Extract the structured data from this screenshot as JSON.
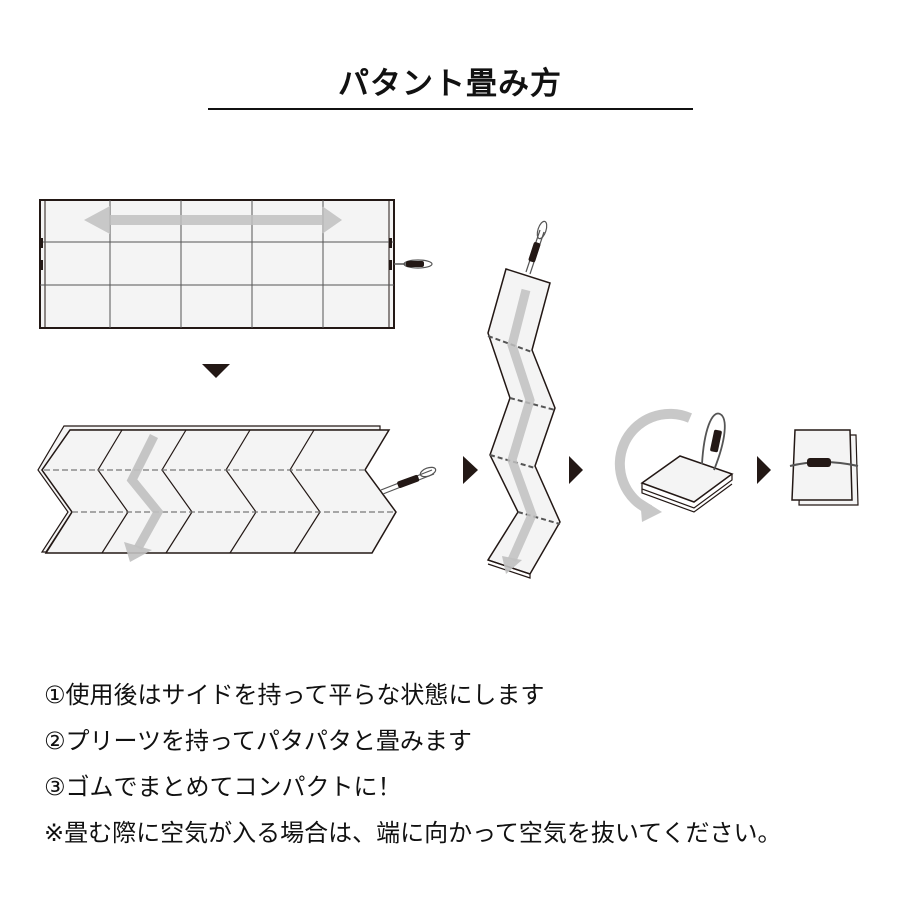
{
  "header": {
    "title": "パタント畳み方"
  },
  "diagram": {
    "stages": [
      {
        "id": "flat-mat",
        "description": "Flat mat with side-to-side arrow"
      },
      {
        "id": "pleated-mat",
        "description": "Mat folded into chevron pleats with zigzag arrow"
      },
      {
        "id": "zigzag-stack",
        "description": "Pleats folded accordion-style vertically"
      },
      {
        "id": "folded-square",
        "description": "Folded square with circular rotate arrow"
      },
      {
        "id": "banded-pack",
        "description": "Compact pack secured by elastic band"
      }
    ],
    "colors": {
      "outline": "#231815",
      "panel_fill": "#f4f4f4",
      "arrow_gray": "#c8c8c8",
      "triangle": "#231815",
      "band": "#231815"
    }
  },
  "instructions": {
    "steps": [
      "①使用後はサイドを持って平らな状態にします",
      "②プリーツを持ってパタパタと畳みます",
      "③ゴムでまとめてコンパクトに！",
      "※畳む際に空気が入る場合は、端に向かって空気を抜いてください。"
    ]
  }
}
